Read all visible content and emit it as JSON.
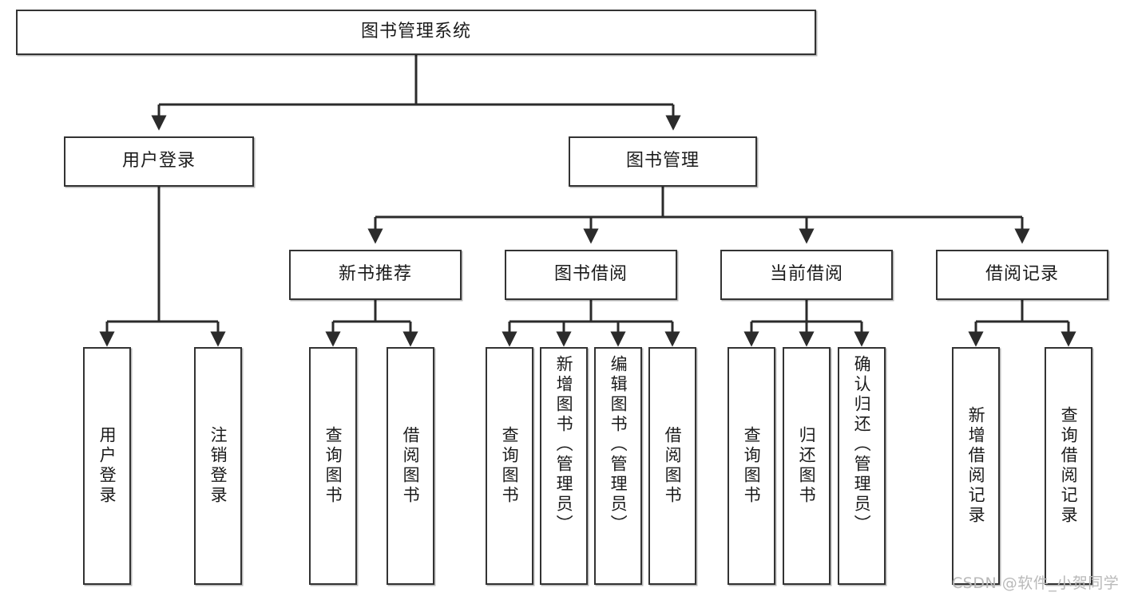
{
  "diagram": {
    "title": "图书管理系统",
    "type": "hierarchy-tree",
    "colors": {
      "box_border": "#333333",
      "box_fill": "#ffffff",
      "connector": "#2b2b2b",
      "watermark": "#b9b9b9",
      "background": "#ffffff"
    },
    "root": {
      "label": "图书管理系统"
    },
    "level2": [
      {
        "label": "用户登录"
      },
      {
        "label": "图书管理"
      }
    ],
    "level3": [
      {
        "label": "新书推荐"
      },
      {
        "label": "图书借阅"
      },
      {
        "label": "当前借阅"
      },
      {
        "label": "借阅记录"
      }
    ],
    "leaves": [
      {
        "label": "用户登录"
      },
      {
        "label": "注销登录"
      },
      {
        "label": "查询图书"
      },
      {
        "label": "借阅图书"
      },
      {
        "label": "查询图书"
      },
      {
        "label": "新增图书（管理员）"
      },
      {
        "label": "编辑图书（管理员）"
      },
      {
        "label": "借阅图书"
      },
      {
        "label": "查询图书"
      },
      {
        "label": "归还图书"
      },
      {
        "label": "确认归还（管理员）"
      },
      {
        "label": "新增借阅记录"
      },
      {
        "label": "查询借阅记录"
      }
    ]
  },
  "watermark": {
    "text": "CSDN @软件_小贺同学"
  }
}
